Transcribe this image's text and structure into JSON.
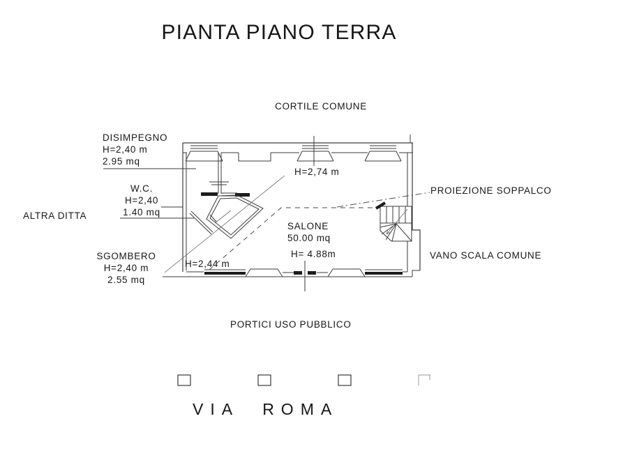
{
  "title": "PIANTA PIANO TERRA",
  "plan": {
    "labels": {
      "cortile": "CORTILE COMUNE",
      "disimpegno": {
        "name": "DISIMPEGNO",
        "height": "H=2,40 m",
        "area": "2.95 mq"
      },
      "wc": {
        "name": "W.C.",
        "height": "H=2,40",
        "area": "1.40 mq"
      },
      "altra_ditta": "ALTRA DITTA",
      "sgombero": {
        "name": "SGOMBERO",
        "height": "H=2,40 m",
        "area": "2.55 mq"
      },
      "salone": {
        "name": "SALONE",
        "area": "50.00 mq",
        "height": "H= 4.88m"
      },
      "height_top": "H=2,74 m",
      "height_bottom": "H=2,44 m",
      "proiezione_soppalco": "PROIEZIONE SOPPALCO",
      "vano_scala": "VANO SCALA COMUNE",
      "portici": "PORTICI USO PUBBLICO",
      "street": "VIA ROMA"
    },
    "colors": {
      "ink": "#161616",
      "wall_line": "#3a3a3a"
    }
  }
}
